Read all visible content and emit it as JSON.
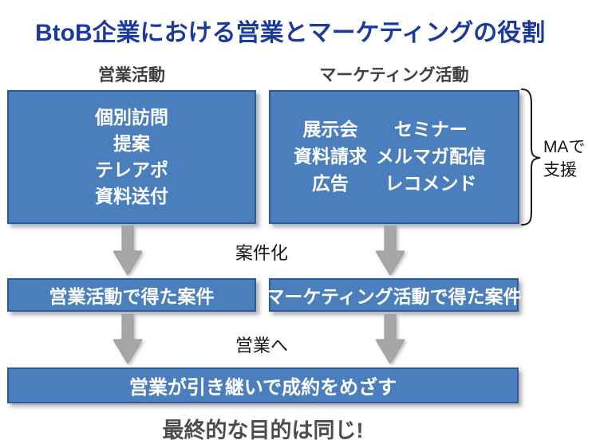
{
  "title": "BtoB企業における営業とマーケティングの役割",
  "colors": {
    "box_fill": "#4a7ebd",
    "box_border": "#2d5a9b",
    "arrow_gray": "#a6a6a6",
    "title_blue": "#1c3a9c",
    "header_gray": "#3f3f3f",
    "conclusion_gray": "#4d4d4d"
  },
  "columns": {
    "sales": {
      "header": "営業活動",
      "items": [
        "個別訪問",
        "提案",
        "テレアポ",
        "資料送付"
      ]
    },
    "marketing": {
      "header": "マーケティング活動",
      "items_left": [
        "展示会",
        "資料請求",
        "広告"
      ],
      "items_right": [
        "セミナー",
        "メルマガ配信",
        "レコメンド"
      ]
    }
  },
  "ma_note": {
    "line1": "MAで",
    "line2": "支援"
  },
  "stage_labels": {
    "to_leads": "案件化",
    "to_sales": "営業へ"
  },
  "results": {
    "sales": "営業活動で得た案件",
    "marketing": "マーケティング活動で得た案件"
  },
  "final_box": "営業が引き継いで成約をめざす",
  "conclusion": "最終的な目的は同じ!"
}
